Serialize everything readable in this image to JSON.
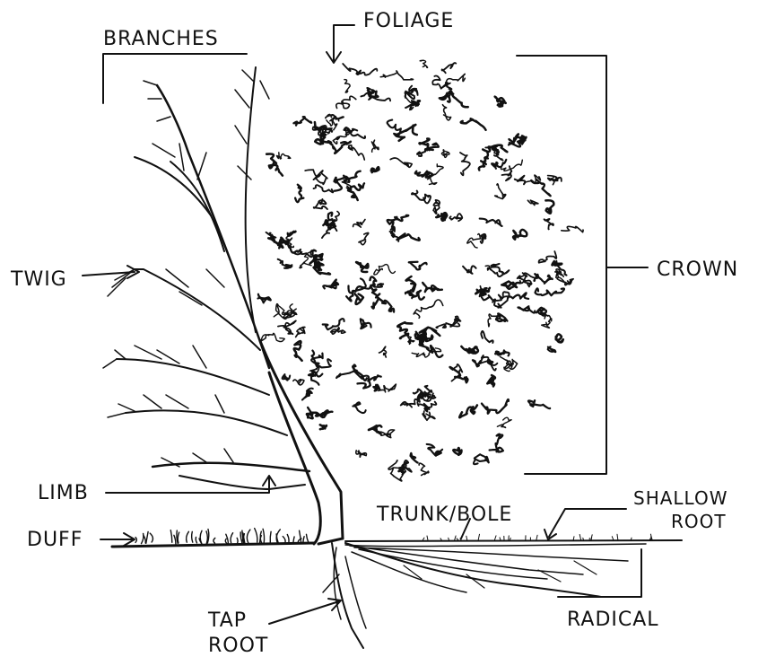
{
  "labels": {
    "foliage": "FOLIAGE",
    "branches": "BRANCHES",
    "crown": "CROWN",
    "twig": "TWIG",
    "limb": "LIMB",
    "duff": "DUFF",
    "trunk_bole": "TRUNK/BOLE",
    "shallow_root_line1": "SHALLOW",
    "shallow_root_line2": "ROOT",
    "tap_root_line1": "TAP",
    "tap_root_line2": "ROOT",
    "radical": "RADICAL"
  },
  "colors": {
    "ink": "#111111",
    "background": "#ffffff"
  }
}
